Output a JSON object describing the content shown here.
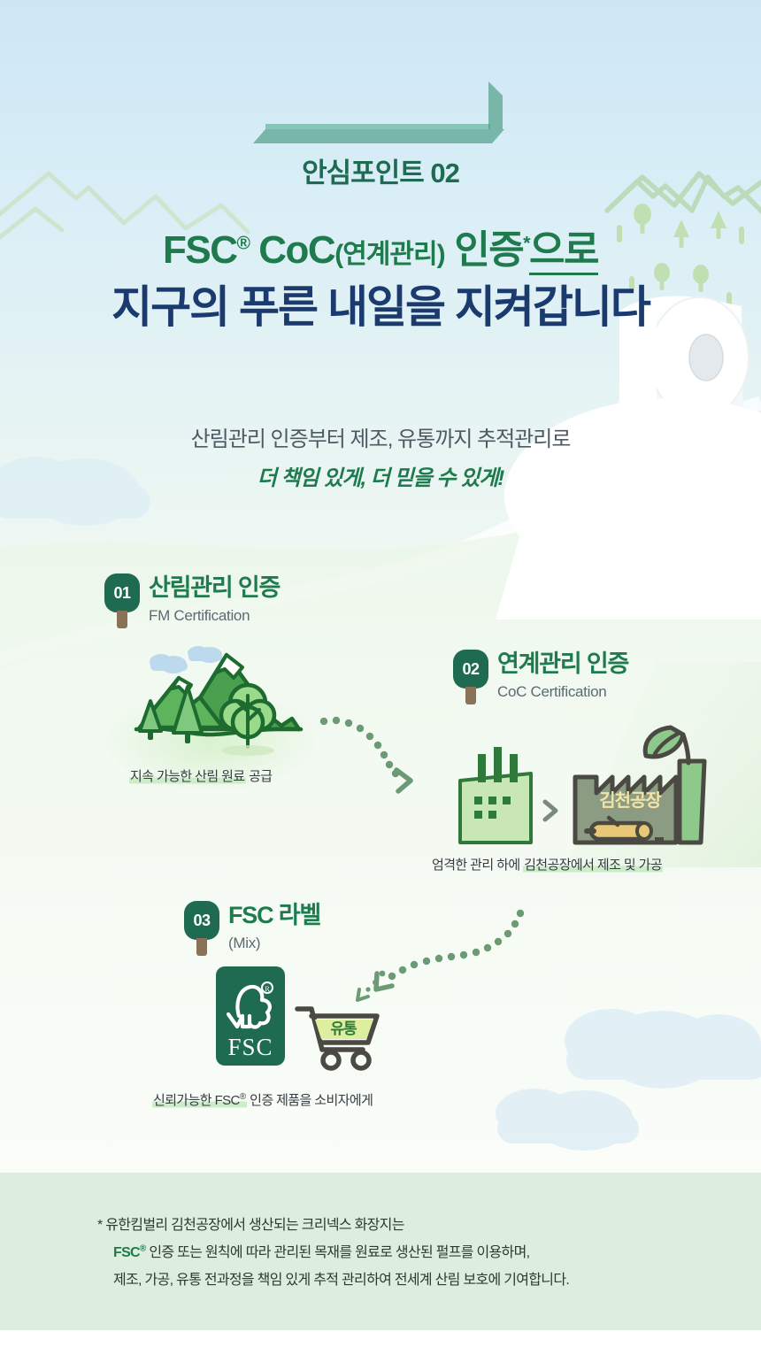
{
  "header": {
    "ribbon_label": "안심포인트 02",
    "ribbon_color": "#1f6b52"
  },
  "title": {
    "line1_a": "FSC",
    "line1_sup": "®",
    "line1_b": "CoC",
    "line1_paren": "(연계관리)",
    "line1_c": "인증",
    "line1_star": "*",
    "line1_d": "으로",
    "line2": "지구의 푸른 내일을 지켜갑니다",
    "color_green": "#1f7a4d",
    "color_navy": "#1b3b6f"
  },
  "subtitle": {
    "line1": "산림관리 인증부터 제조, 유통까지 추적관리로",
    "line2": "더 책임 있게, 더 믿을 수 있게!"
  },
  "steps": [
    {
      "number": "01",
      "title_kr": "산림관리 인증",
      "title_en": "FM Certification",
      "caption_highlight": "지속 가능한 산림 원료",
      "caption_plain": " 공급",
      "illustration": "mountain-forest-icon"
    },
    {
      "number": "02",
      "title_kr": "연계관리 인증",
      "title_en": "CoC Certification",
      "caption_plain_pre": "엄격한 관리 하에 ",
      "caption_highlight": "김천공장에서 제조 및 가공",
      "illustration": "factory-icon",
      "factory_label": "김천공장"
    },
    {
      "number": "03",
      "title_kr": "FSC 라벨",
      "title_en": "(Mix)",
      "caption_highlight": "신뢰가능한 FSC",
      "caption_sup": "®",
      "caption_plain": " 인증 제품을 소비자에게",
      "illustration": "fsc-label-icon",
      "fsc_logo_text": "FSC",
      "cart_label": "유통"
    }
  ],
  "arrows": [
    {
      "name": "arrow-step1-to-step2"
    },
    {
      "name": "arrow-step2-to-step3"
    }
  ],
  "footer": {
    "line1": "* 유한킴벌리 김천공장에서 생산되는 크리넥스 화장지는",
    "line2_a": "FSC",
    "line2_sup": "®",
    "line2_b": " 인증 또는 원칙에 따라 관리된 목재를 원료로 생산된 펄프를 이용하며,",
    "line3": "제조, 가공, 유통 전과정을 책임 있게 추적 관리하여 전세계 산림 보호에 기여합니다.",
    "band_color": "#ddeedf"
  },
  "colors": {
    "sky_top": "#cde7f4",
    "green_dark": "#1f6b52",
    "green_mid": "#4e9e63",
    "green_light": "#b9dfa8",
    "brown": "#8a7259",
    "navy": "#1b3b6f"
  }
}
